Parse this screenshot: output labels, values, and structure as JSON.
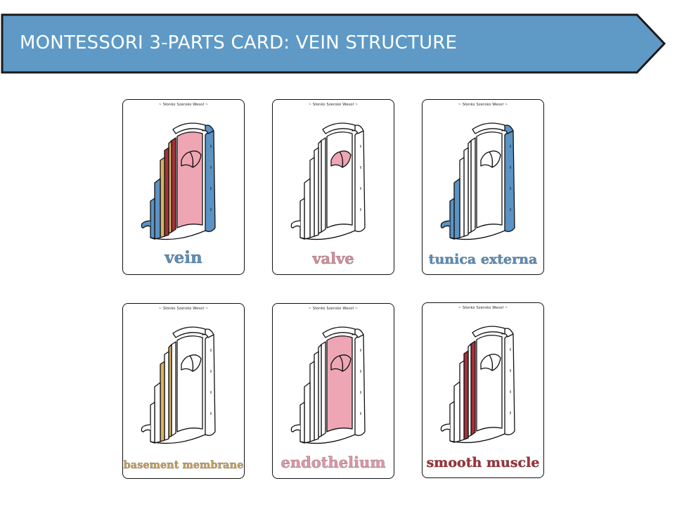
{
  "header": {
    "title": "MONTESSORI 3-PARTS CARD: VEIN STRUCTURE"
  },
  "colors": {
    "banner_fill": "#5f9ac6",
    "tunica_externa": "#5b93c4",
    "endothelium": "#eea6b4",
    "smooth_muscle": "#a3323a",
    "basement_membrane": "#d9b264"
  },
  "cards": [
    {
      "brand": "~ Słonko Szeroko Wesoł ~",
      "label": "vein",
      "label_color": "#5a8fbd"
    },
    {
      "brand": "~ Słonko Szeroko Wesoł ~",
      "label": "valve",
      "label_color": "#d98e9c"
    },
    {
      "brand": "~ Słonko Szeroko Wesoł ~",
      "label": "tunica externa",
      "label_color": "#5a8fbd"
    },
    {
      "brand": "~ Słonko Szeroko Wesoł ~",
      "label": "basement membrane",
      "label_color": "#caa25e"
    },
    {
      "brand": "~ Słonko Szeroko Wesoł ~",
      "label": "endothelium",
      "label_color": "#df98a8"
    },
    {
      "brand": "~ Słonko Szeroko Wesoł ~",
      "label": "smooth muscle",
      "label_color": "#a3323a"
    }
  ]
}
